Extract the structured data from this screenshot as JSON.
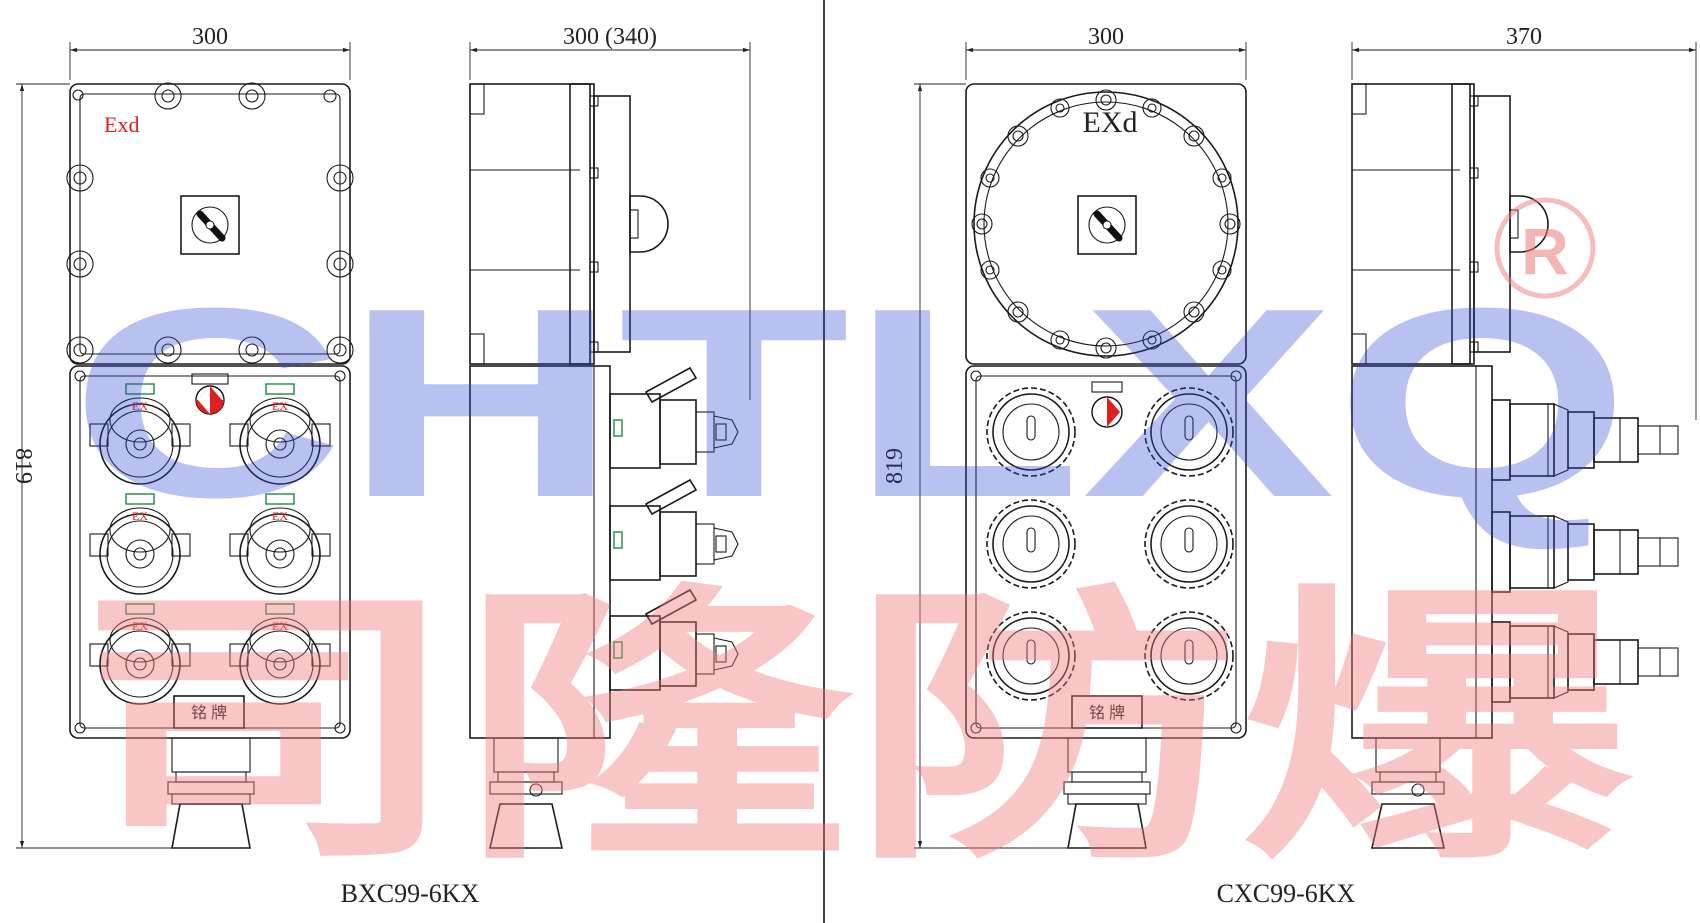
{
  "colors": {
    "line": "#1a1a1a",
    "exd_red": "#e02020",
    "watermark_blue": "#2f46d6",
    "watermark_red": "#f07a7a"
  },
  "watermark": {
    "latin": "CHTLXQ",
    "cjk": "司隆防爆",
    "registered_symbol": "R"
  },
  "drawings": [
    {
      "model": "BXC99-6KX",
      "front_width_dim": "300",
      "side_width_dim": "300 (340)",
      "height_dim": "819",
      "enclosure_mark": "Exd",
      "socket_marks": [
        "EX",
        "EX",
        "EX",
        "EX",
        "EX",
        "EX"
      ],
      "nameplate": "铭 牌"
    },
    {
      "model": "CXC99-6KX",
      "front_width_dim": "300",
      "side_width_dim": "370",
      "height_dim": "819",
      "enclosure_mark": "EXd",
      "nameplate": "铭 牌"
    }
  ]
}
